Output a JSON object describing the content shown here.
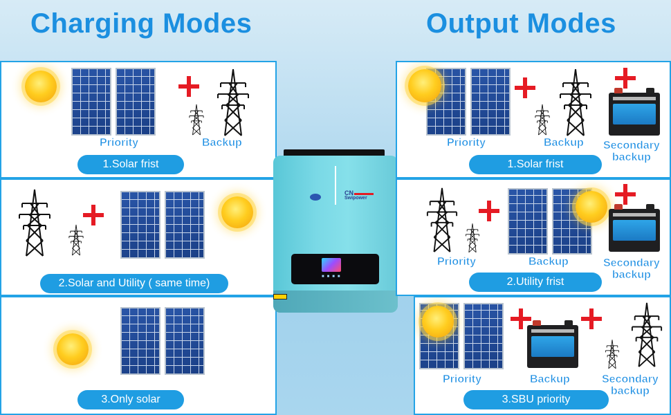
{
  "left": {
    "title": "Charging Modes",
    "modes": [
      {
        "name": "1.Solar frist",
        "labels": {
          "priority": "Priority",
          "backup": "Backup"
        }
      },
      {
        "name": "2.Solar and Utility ( same time)"
      },
      {
        "name": "3.Only solar"
      }
    ]
  },
  "right": {
    "title": "Output Modes",
    "modes": [
      {
        "name": "1.Solar frist",
        "labels": {
          "priority": "Priority",
          "backup": "Backup",
          "secondary": "Secondary\nbackup"
        }
      },
      {
        "name": "2.Utility frist",
        "labels": {
          "priority": "Priority",
          "backup": "Backup",
          "secondary": "Secondary\nbackup"
        }
      },
      {
        "name": "3.SBU priority",
        "labels": {
          "priority": "Priority",
          "backup": "Backup",
          "secondary": "Secondary\nbackup"
        }
      }
    ]
  },
  "inverter": {
    "brand_top": "CN",
    "brand_bottom": "Swipower"
  },
  "colors": {
    "accent": "#1f9de2",
    "title": "#1b8fe0",
    "plus": "#e51b24"
  }
}
